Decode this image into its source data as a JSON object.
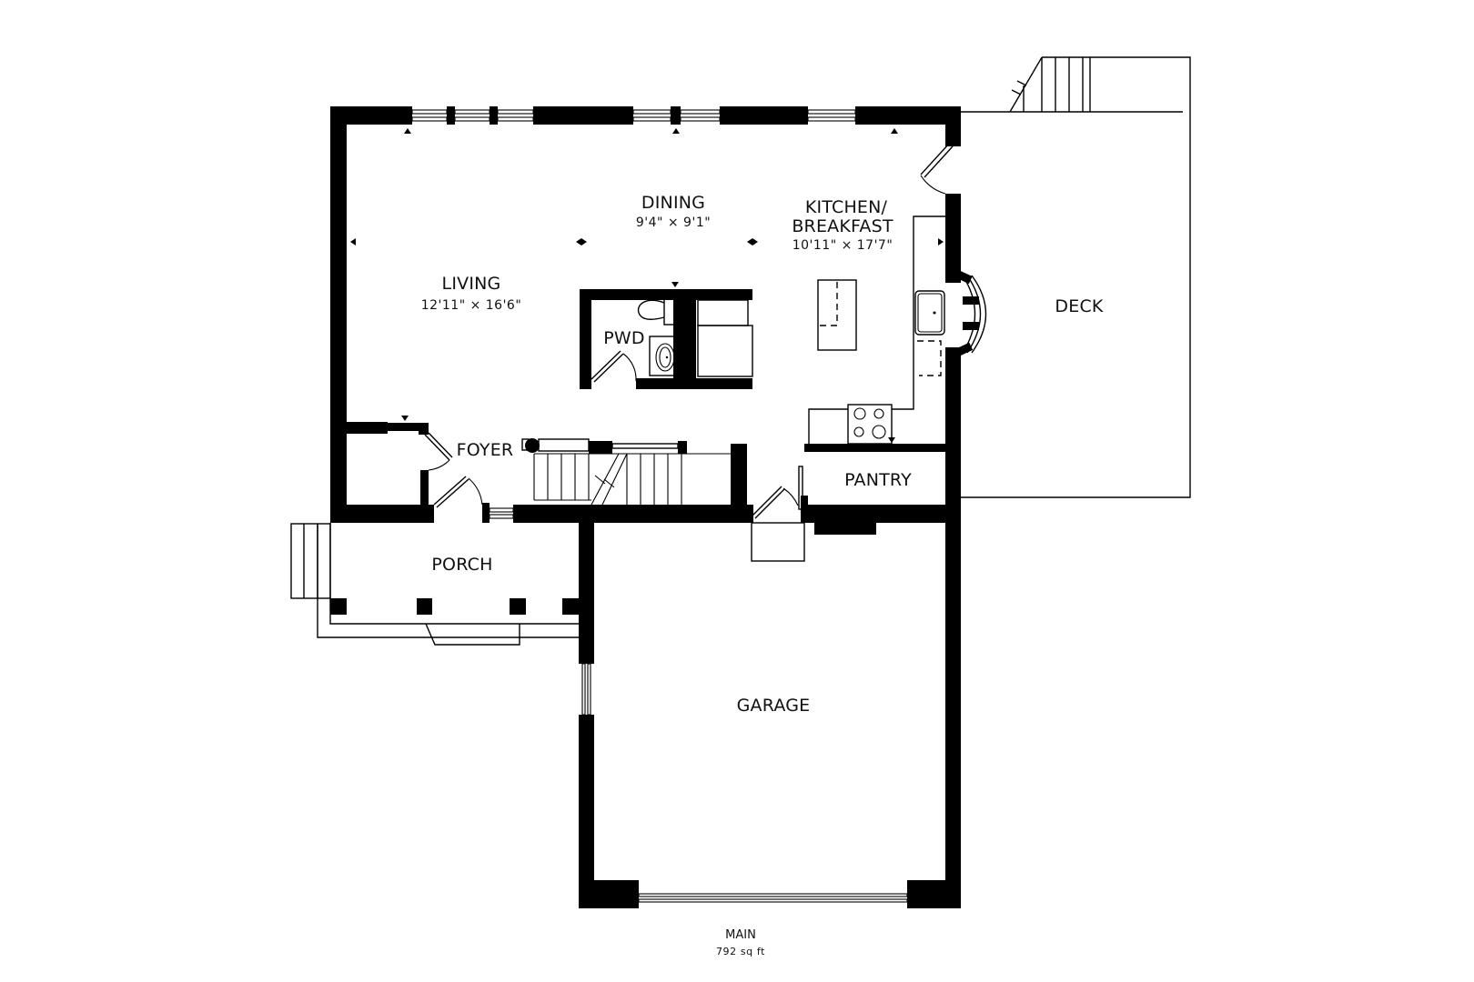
{
  "plan": {
    "floor_label": "MAIN",
    "floor_area": "792 sq ft",
    "wall_color": "#000000",
    "background_color": "#ffffff"
  },
  "rooms": {
    "living": {
      "name": "LIVING",
      "dimensions": "12'11\" × 16'6\""
    },
    "dining": {
      "name": "DINING",
      "dimensions": "9'4\" × 9'1\""
    },
    "kitchen": {
      "name_line1": "KITCHEN/",
      "name_line2": "BREAKFAST",
      "dimensions": "10'11\" × 17'7\""
    },
    "pwd": {
      "name": "PWD"
    },
    "foyer": {
      "name": "FOYER"
    },
    "pantry": {
      "name": "PANTRY"
    },
    "porch": {
      "name": "PORCH"
    },
    "deck": {
      "name": "DECK"
    },
    "garage": {
      "name": "GARAGE"
    }
  }
}
